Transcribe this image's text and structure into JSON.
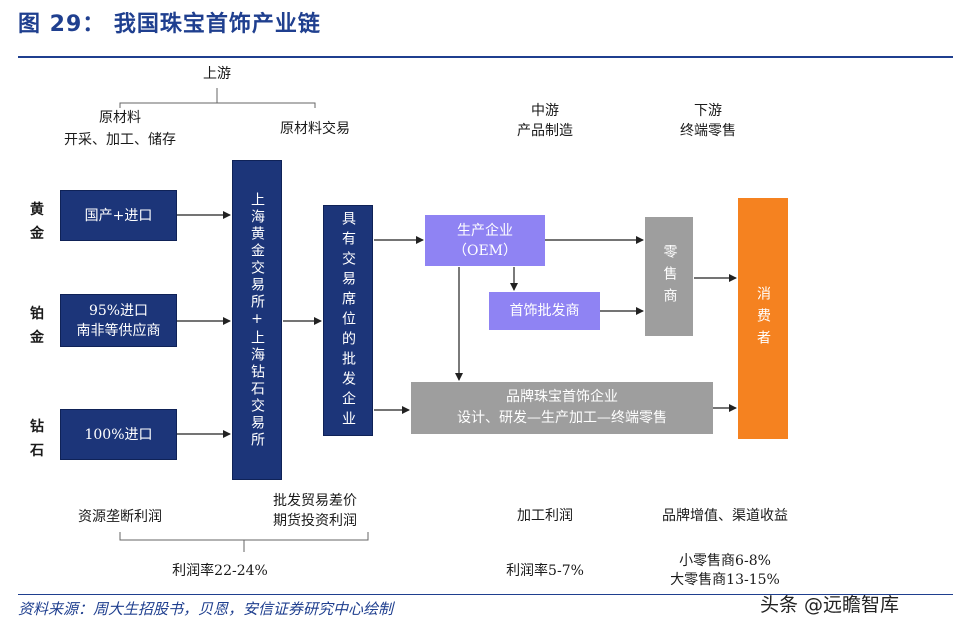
{
  "title": "图 29：  我国珠宝首饰产业链",
  "stages": {
    "upstream": "上游",
    "raw_material": "原材料",
    "mining": "开采、加工、储存",
    "raw_trading": "原材料交易",
    "midstream": "中游",
    "manufacturing": "产品制造",
    "downstream": "下游",
    "retail": "终端零售"
  },
  "materials": [
    {
      "side": "黄\n金",
      "box": "国产+进口"
    },
    {
      "side": "铂\n金",
      "box": "95%进口\n南非等供应商"
    },
    {
      "side": "钻\n石",
      "box": "100%进口"
    }
  ],
  "exchange": "上海黄金交易所+上海钻石交易所",
  "wholesaler": "具有交易席位的批发企业",
  "oem": "生产企业\n（OEM）",
  "jewelry_wholesaler": "首饰批发商",
  "brand": "品牌珠宝首饰企业\n设计、研发—生产加工—终端零售",
  "retailer": "零售商",
  "consumer": "消费者",
  "profits": {
    "resource": "资源垄断利润",
    "trade": "批发贸易差价\n期货投资利润",
    "processing": "加工利润",
    "brand": "品牌增值、渠道收益",
    "rate_upstream": "利润率22-24%",
    "rate_mid": "利润率5-7%",
    "rate_small_retail": "小零售商6-8%",
    "rate_big_retail": "大零售商13-15%"
  },
  "source": "资料来源：周大生招股书，贝恩，安信证券研究中心绘制",
  "watermark": "头条 @远瞻智库",
  "colors": {
    "navy": "#1c3579",
    "lavender": "#8f83f3",
    "gray": "#9e9e9e",
    "orange": "#f58220",
    "title_blue": "#1f3f8f"
  }
}
